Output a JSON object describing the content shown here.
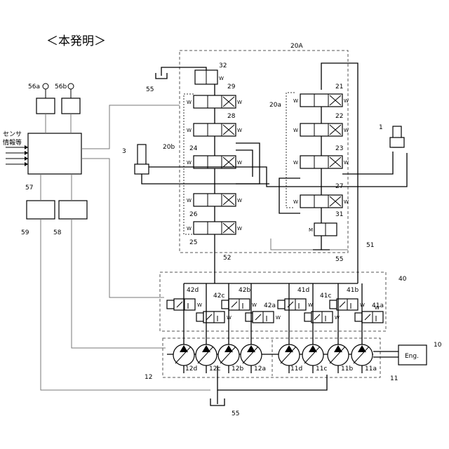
{
  "title": "＜本発明＞",
  "sensor_label": [
    "センサ",
    "情報等"
  ],
  "engine_label": "Eng.",
  "valve_symbol": "W",
  "labels": {
    "n20A": "20A",
    "n20a": "20a",
    "n20b": "20b",
    "n1": "1",
    "n3": "3",
    "n10": "10",
    "n11": "11",
    "n12": "12",
    "n21": "21",
    "n22": "22",
    "n23": "23",
    "n24": "24",
    "n25": "25",
    "n26": "26",
    "n27": "27",
    "n28": "28",
    "n29": "29",
    "n31": "31",
    "n32": "32",
    "n40": "40",
    "n51": "51",
    "n52": "52",
    "n55a": "55",
    "n55b": "55",
    "n55c": "55",
    "n56a": "56a",
    "n56b": "56b",
    "n57": "57",
    "n58": "58",
    "n59": "59",
    "n41a": "41a",
    "n41b": "41b",
    "n41c": "41c",
    "n41d": "41d",
    "n42a": "42a",
    "n42b": "42b",
    "n42c": "42c",
    "n42d": "42d",
    "n11a": "11a",
    "n11b": "11b",
    "n11c": "11c",
    "n11d": "11d",
    "n12a": "12a",
    "n12b": "12b",
    "n12c": "12c",
    "n12d": "12d"
  }
}
